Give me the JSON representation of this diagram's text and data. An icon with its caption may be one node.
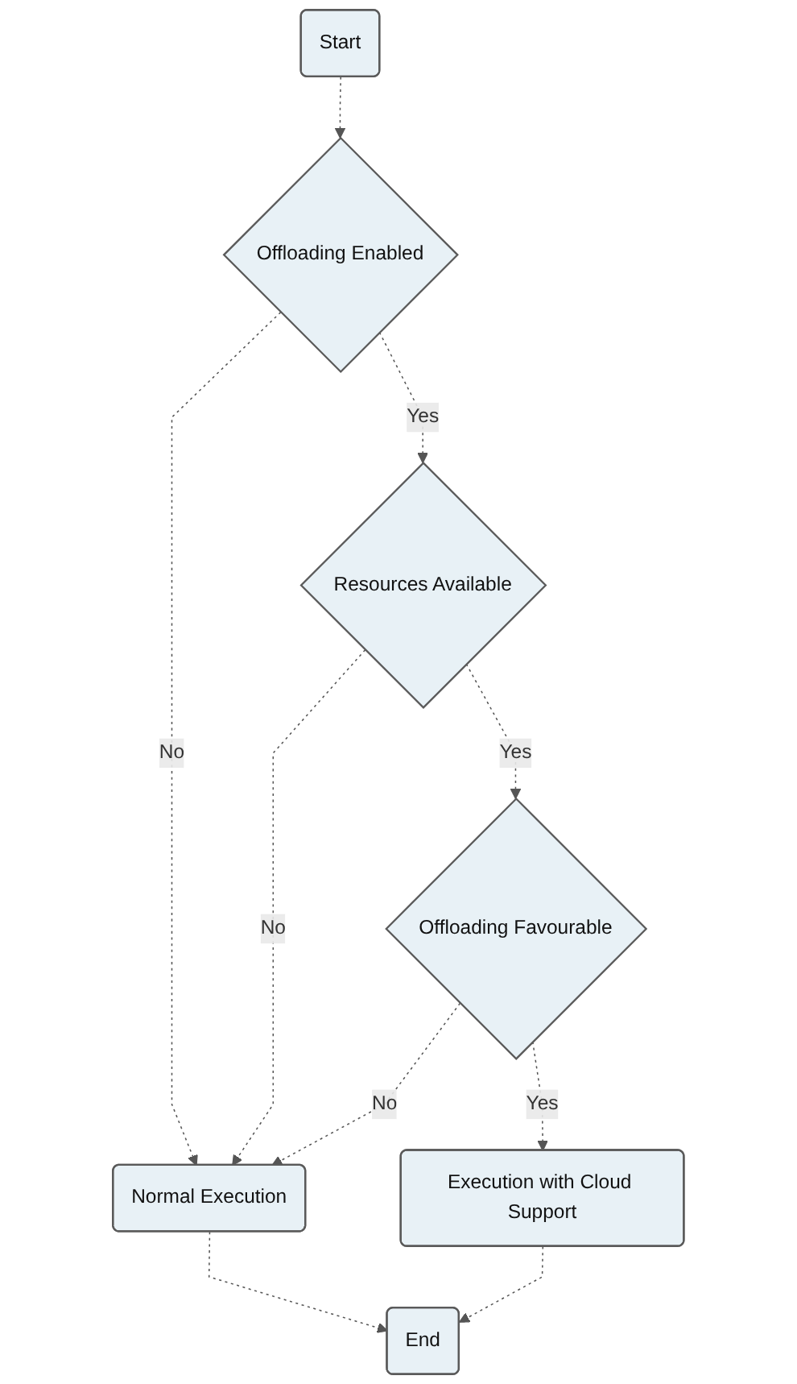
{
  "diagram": {
    "nodes": [
      {
        "text": [
          "Start"
        ]
      },
      {
        "text": [
          "Offloading Enabled"
        ]
      },
      {
        "text": [
          "Resources Available"
        ]
      },
      {
        "text": [
          "Offloading Favourable"
        ]
      },
      {
        "text": [
          "Normal Execution"
        ]
      },
      {
        "text": [
          "Execution with Cloud Support"
        ]
      },
      {
        "text": [
          "End"
        ]
      }
    ],
    "edges": [
      {
        "from": 0,
        "to": 1,
        "arrow": "to",
        "style": "dashed"
      },
      {
        "from": 1,
        "to": 2,
        "label": "Yes",
        "arrow": "to",
        "style": "dashed"
      },
      {
        "from": 1,
        "to": 4,
        "label": "No",
        "arrow": "to",
        "style": "dashed"
      },
      {
        "from": 2,
        "to": 3,
        "label": "Yes",
        "arrow": "to",
        "style": "dashed"
      },
      {
        "from": 2,
        "to": 4,
        "label": "No",
        "arrow": "to",
        "style": "dashed"
      },
      {
        "from": 3,
        "to": 4,
        "label": "No",
        "arrow": "to",
        "style": "dashed"
      },
      {
        "from": 3,
        "to": 5,
        "label": "Yes",
        "arrow": "to",
        "style": "dashed"
      },
      {
        "from": 4,
        "to": 6,
        "arrow": "to",
        "style": "dashed"
      },
      {
        "from": 5,
        "to": 6,
        "arrow": "to",
        "style": "dashed"
      }
    ]
  }
}
